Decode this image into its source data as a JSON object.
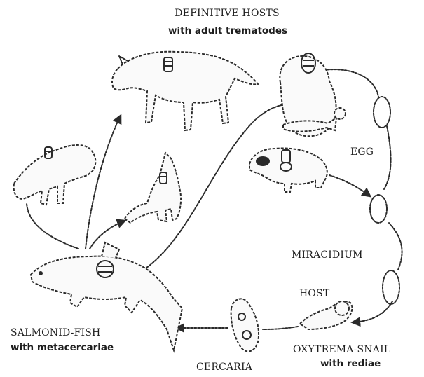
{
  "labels": {
    "definitive_hosts": "DEFINITIVE HOSTS",
    "definitive_hosts_sub": "with adult trematodes",
    "egg": "EGG",
    "miracidium": "MIRACIDIUM",
    "host": "HOST",
    "snail": "OXYTREMA-SNAIL",
    "snail_sub": "with rediae",
    "cercaria": "CERCARIA",
    "fish": "SALMONID-FISH",
    "fish_sub": "with metacercariae"
  },
  "icons": [
    "wolf-icon",
    "bear-icon",
    "fox-icon",
    "dog-icon",
    "raccoon-icon",
    "salmon-icon",
    "snail-icon",
    "egg-icon",
    "miracidium-icon",
    "cercaria-icon"
  ],
  "colors": {
    "ink": "#2a2a2a",
    "background": "#ffffff"
  }
}
